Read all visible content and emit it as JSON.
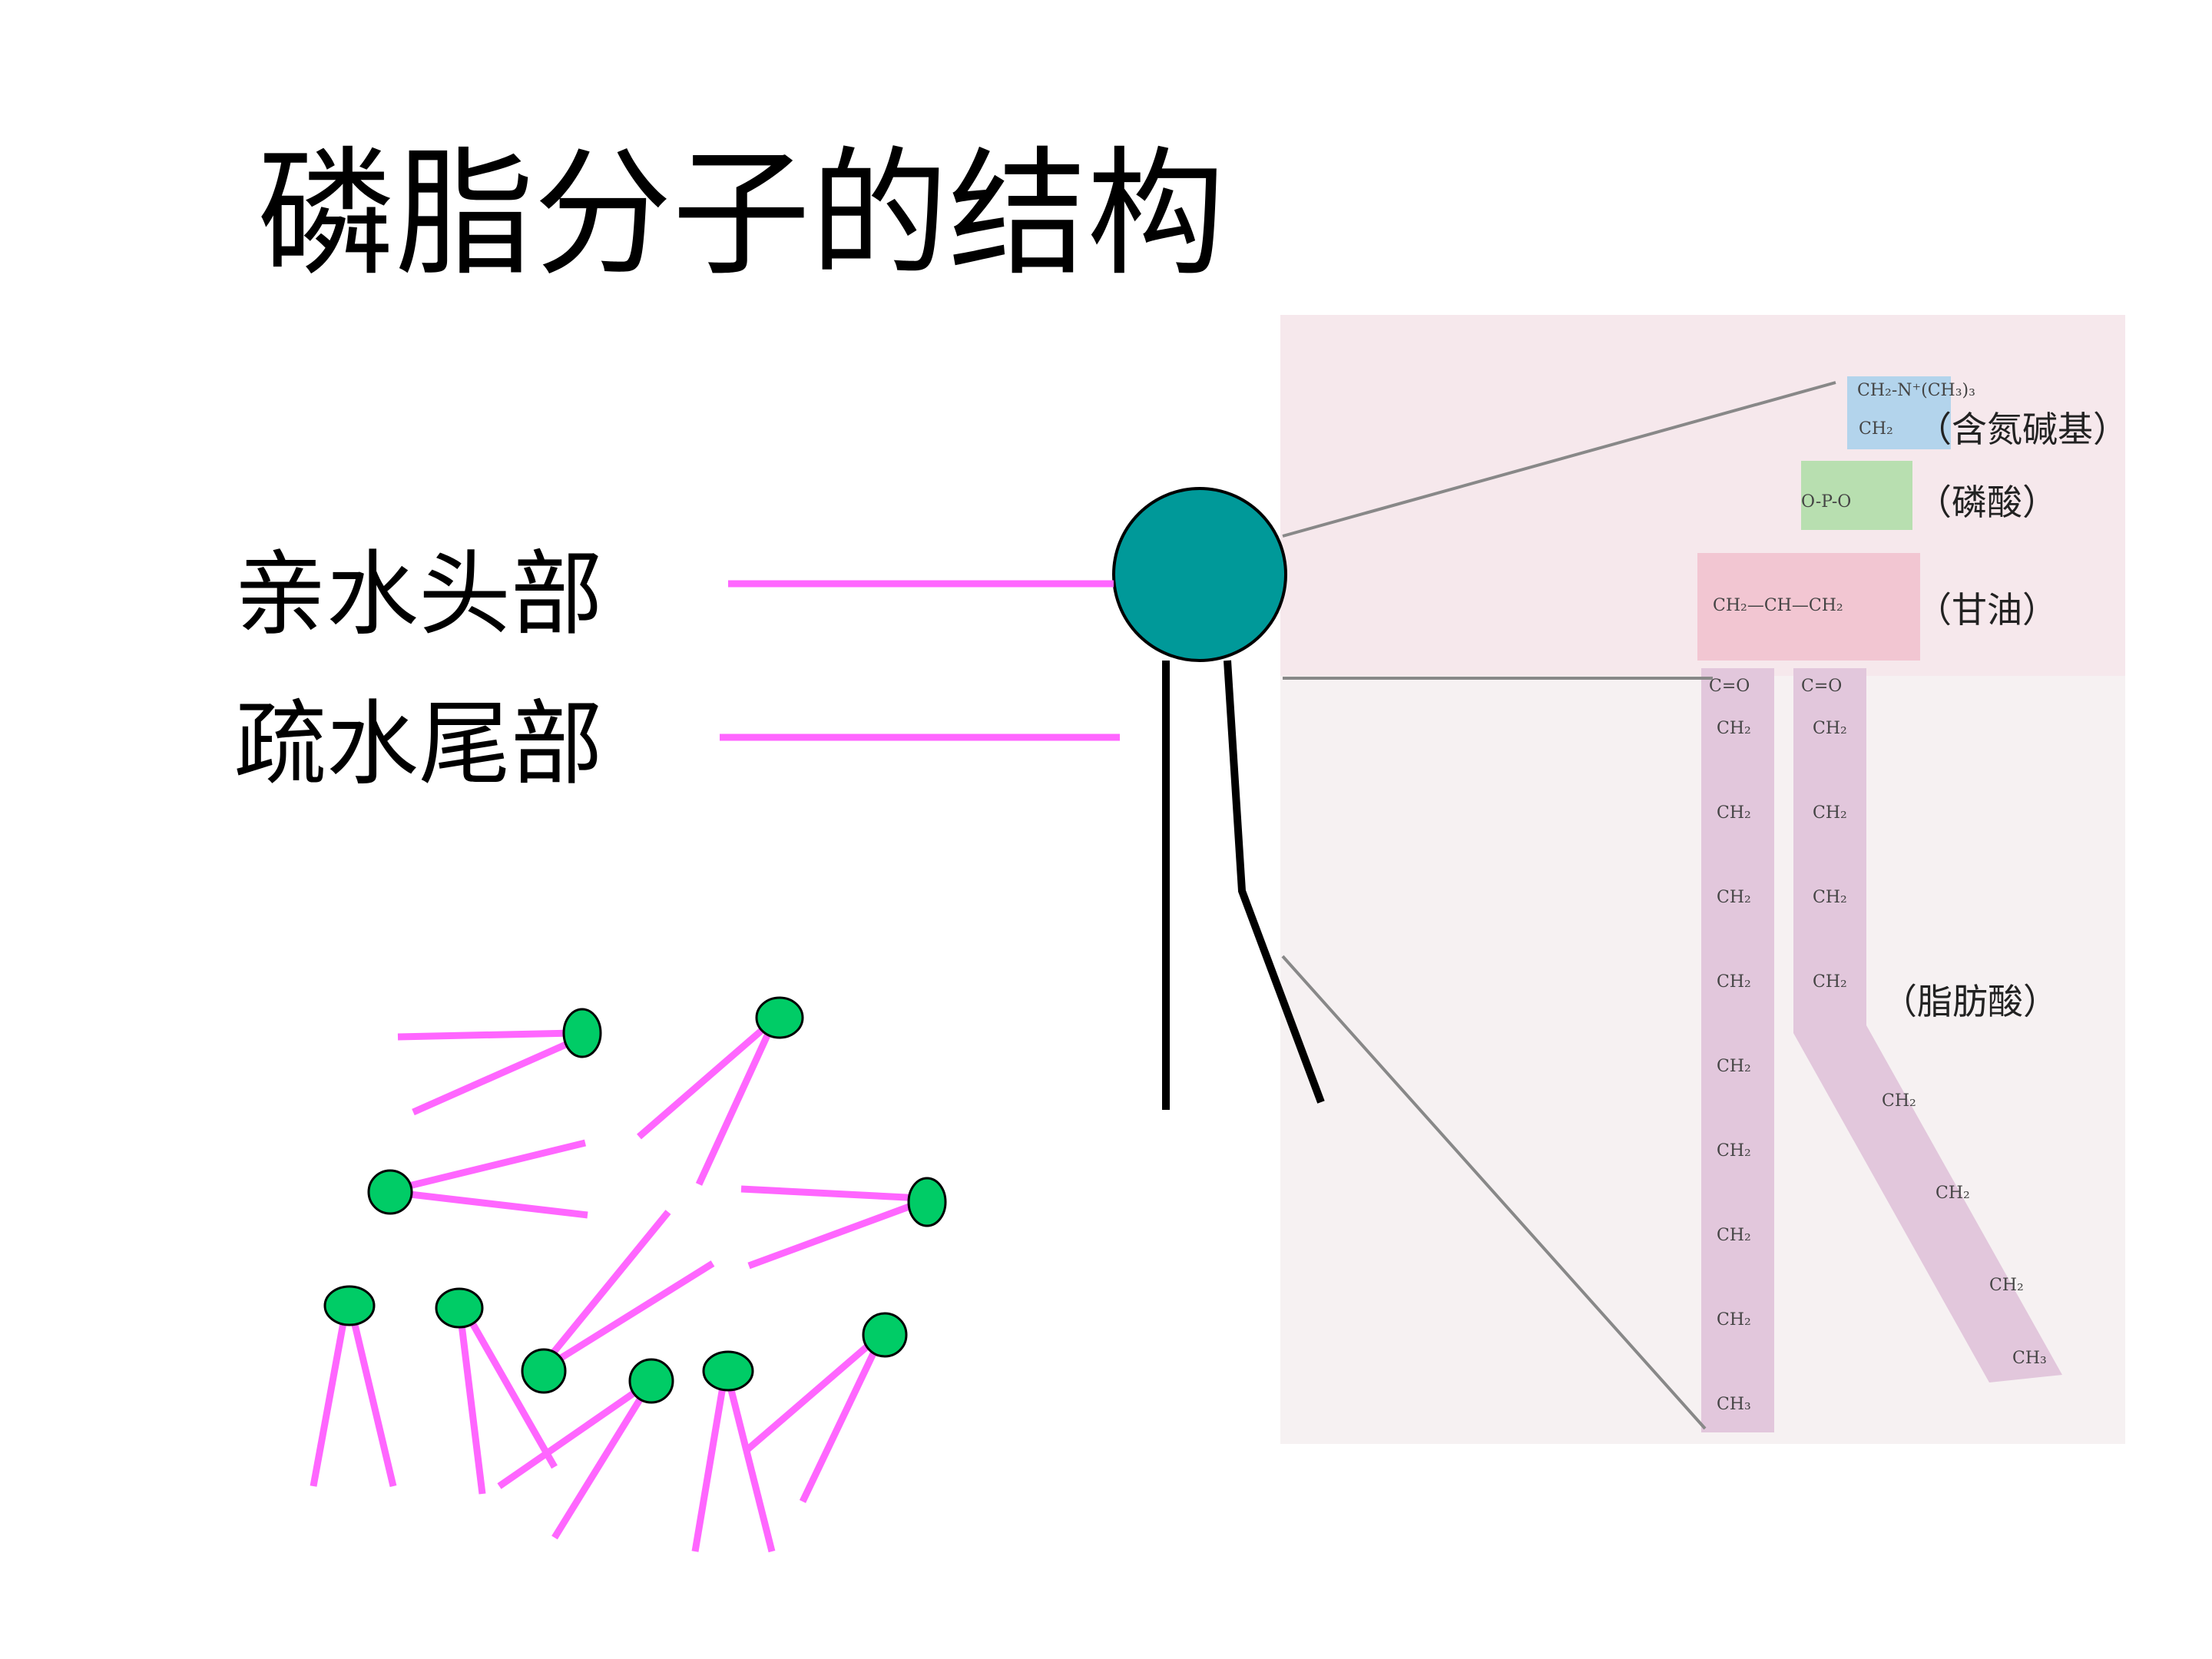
{
  "title": "磷脂分子的结构",
  "labels": {
    "hydrophilic_head": "亲水头部",
    "hydrophobic_tail": "疏水尾部"
  },
  "structure_labels": {
    "choline_group": "（含氮碱基）",
    "phosphate": "（磷酸）",
    "glycerol": "（甘油）",
    "fatty_acid": "（脂肪酸）"
  },
  "colors": {
    "head_fill": "#009999",
    "leader_line": "#ff66ff",
    "small_head": "#00cc66",
    "small_tail": "#ff66ff",
    "panel_bg": "#f7eef0",
    "choline_box": "#b3d4ec",
    "phosphate_box": "#b8dfb0",
    "glycerol_box": "#f2c6d2",
    "fatty_acid_box": "#e2c7dc"
  }
}
